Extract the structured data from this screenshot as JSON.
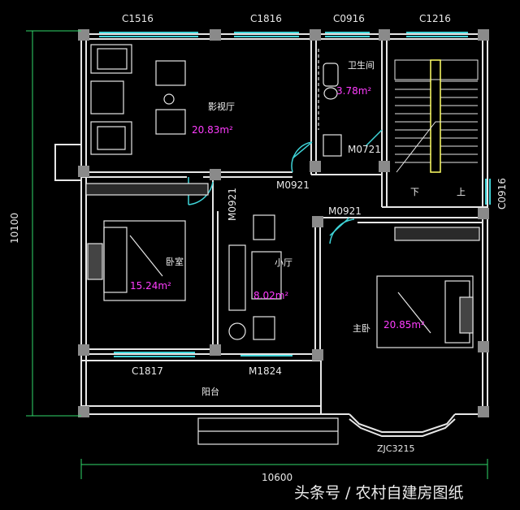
{
  "windows": {
    "c1516": "C1516",
    "c1816": "C1816",
    "c0916_top": "C0916",
    "c1216": "C1216",
    "c0916_right": "C0916",
    "c1817": "C1817",
    "zjc3215": "ZJC3215"
  },
  "doors": {
    "m0721": "M0721",
    "m0921_a": "M0921",
    "m0921_b": "M0921",
    "m0921_c": "M0921",
    "m1824": "M1824"
  },
  "rooms": {
    "living": {
      "name": "影视厅",
      "area": "20.83m²"
    },
    "bathroom": {
      "name": "卫生间",
      "area": "3.78m²"
    },
    "bedroom": {
      "name": "卧室",
      "area": "15.24m²"
    },
    "hall": {
      "name": "小厅",
      "area": "8.02m²"
    },
    "master": {
      "name": "主卧",
      "area": "20.85m²"
    },
    "balcony": {
      "name": "阳台"
    }
  },
  "stairs": {
    "down": "下",
    "up": "上"
  },
  "dimensions": {
    "height": "10100",
    "width": "10600"
  },
  "watermark": "头条号 / 农村自建房图纸",
  "colors": {
    "wall": "#e6e6e6",
    "column": "#8a8a8a",
    "window": "#3fd4d8",
    "door": "#3fd4d8",
    "area": "#ff3cff",
    "dim": "#2fd86a",
    "stair": "#ffff66"
  }
}
